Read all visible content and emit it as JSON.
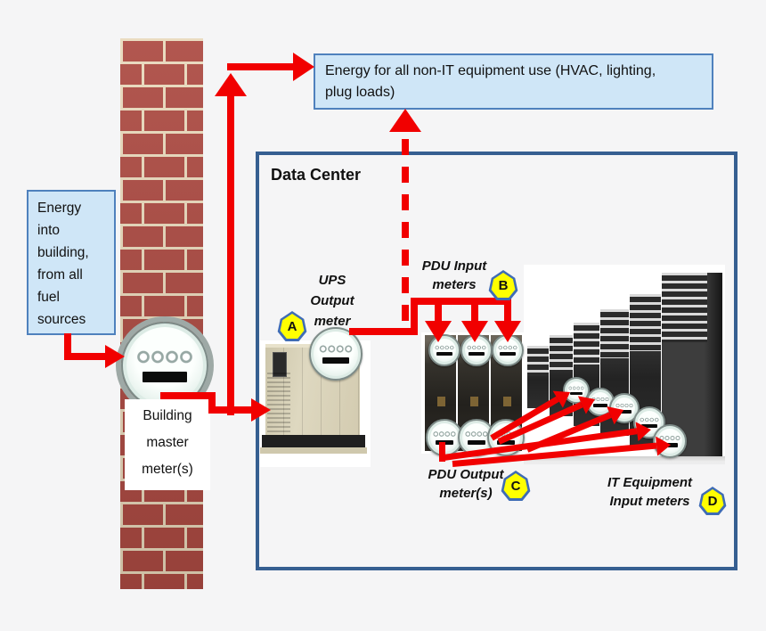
{
  "colors": {
    "red": "#f10000",
    "box_fill": "#cfe6f7",
    "box_border": "#4f81bd",
    "dc_border": "#365f91",
    "badge_fill": "#ffff00",
    "badge_border": "#3f6cb5",
    "canvas_bg": "#f5f5f6"
  },
  "boxes": {
    "energy_into_building": "Energy\ninto\nbuilding,\nfrom all\nfuel\nsources",
    "non_it_energy": "Energy for all non-IT equipment use (HVAC, lighting,\nplug loads)",
    "data_center_title": "Data Center"
  },
  "labels": {
    "building_master_meter": "Building\nmaster\nmeter(s)",
    "ups_output_meter": "UPS\nOutput\nmeter",
    "pdu_input_meters": "PDU Input\nmeters",
    "pdu_output_meters": "PDU Output\nmeter(s)",
    "it_equipment_input_meters": "IT Equipment\nInput meters"
  },
  "badges": {
    "a": "A",
    "b": "B",
    "c": "C",
    "d": "D"
  }
}
